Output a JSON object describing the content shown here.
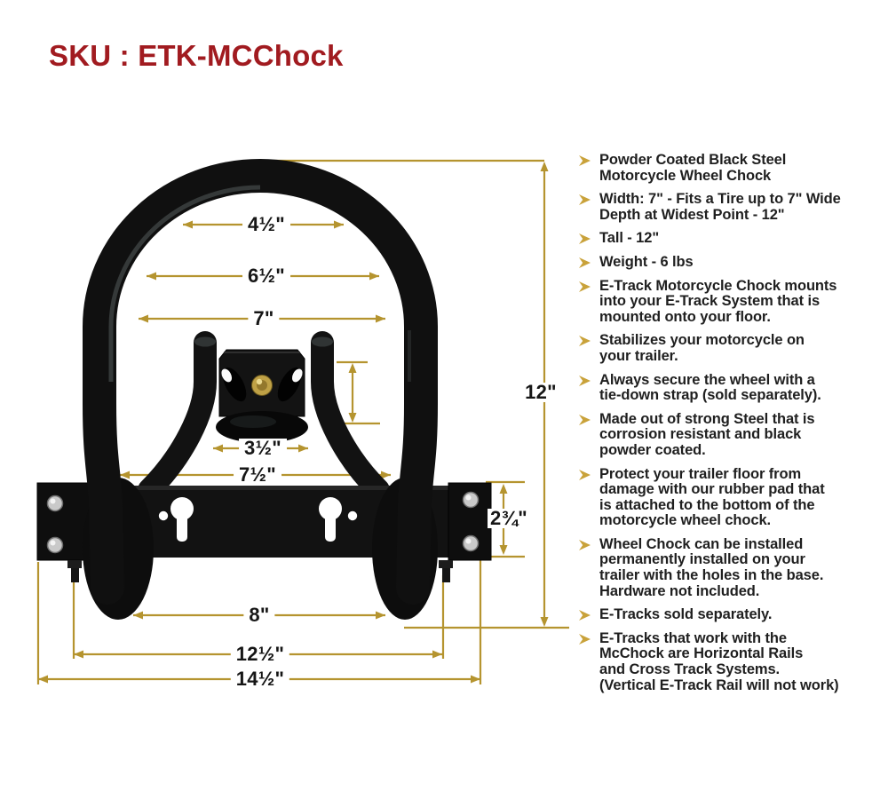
{
  "page": {
    "sku_label": "SKU : ETK-MCChock"
  },
  "colors": {
    "accent_red": "#a11b20",
    "dimension_gold": "#b5942f",
    "bullet_gold": "#c9a23a",
    "chock_black": "#111111"
  },
  "diagram": {
    "product": "E-Track Motorcycle Wheel Chock",
    "dimensions": {
      "top_inner_width": "4½\"",
      "mid_inner_width": "6½\"",
      "base_inner_width": "7\"",
      "cradle_width": "3½\"",
      "leg_spread_width": "7½\"",
      "base_plate_height": "2¾\"",
      "overall_height": "12\"",
      "foot_span": "8\"",
      "mount_hole_span": "12½\"",
      "overall_width": "14½\""
    }
  },
  "features": [
    "Powder Coated Black Steel\nMotorcycle Wheel Chock",
    "Width: 7\" - Fits a Tire up to 7\" Wide\nDepth at Widest Point - 12\"",
    "Tall - 12\"",
    "Weight - 6 lbs",
    "E-Track Motorcycle Chock mounts\ninto your E-Track System that is\nmounted onto your floor.",
    "Stabilizes your motorcycle on\nyour trailer.",
    "Always secure the wheel with a\ntie-down strap (sold separately).",
    "Made out of strong Steel that is\ncorrosion resistant and black\npowder coated.",
    "Protect your trailer floor from\ndamage with our rubber pad that\nis attached to the bottom of the\nmotorcycle wheel chock.",
    "Wheel Chock can be installed\npermanently installed on your\ntrailer with the holes in the base.\nHardware not included.",
    "E-Tracks sold separately.",
    "E-Tracks that work with the\nMcChock are Horizontal Rails\nand Cross Track Systems.\n(Vertical E-Track Rail will not work)"
  ]
}
